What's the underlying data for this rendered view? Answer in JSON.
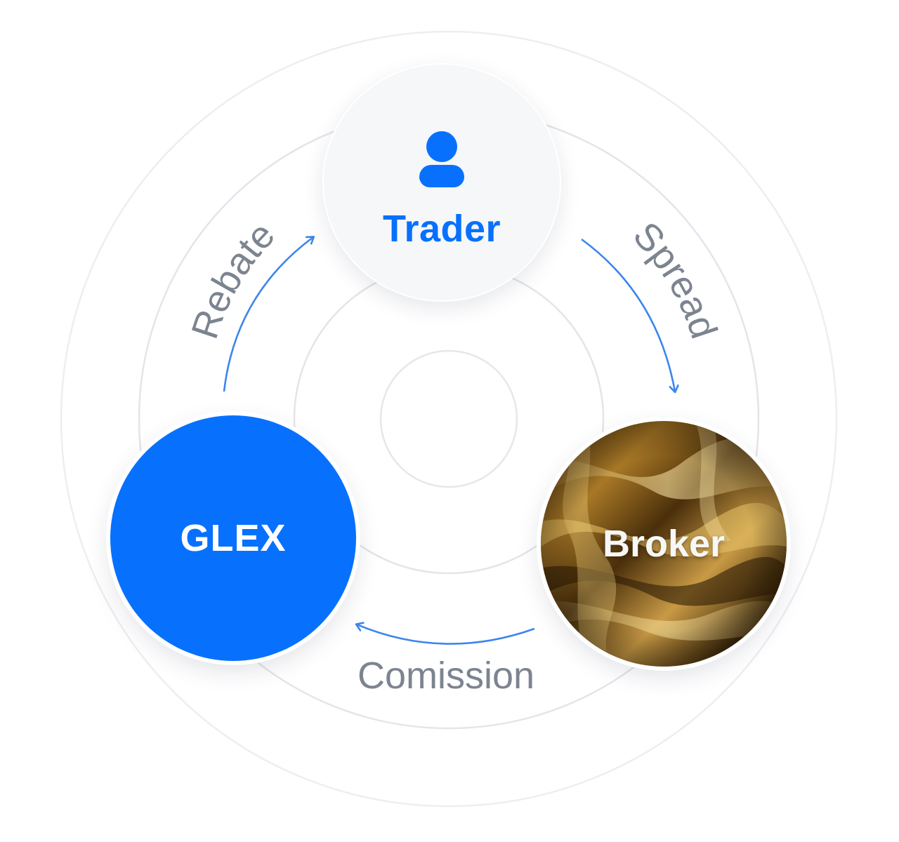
{
  "diagram": {
    "nodes": {
      "trader": {
        "label": "Trader",
        "icon": "person-icon"
      },
      "glex": {
        "label": "GLEX"
      },
      "broker": {
        "label": "Broker",
        "texture": "gold-silk-texture"
      }
    },
    "flows": {
      "rebate": {
        "label": "Rebate",
        "from": "GLEX",
        "to": "Trader"
      },
      "spread": {
        "label": "Spread",
        "from": "Trader",
        "to": "Broker"
      },
      "commission": {
        "label": "Comission",
        "from": "Broker",
        "to": "GLEX"
      }
    }
  },
  "colors": {
    "brand_blue": "#0771fe",
    "arrow_blue": "#3b86ec",
    "flow_text": "#7c8490",
    "ring_stroke": "#e3e5ea",
    "gold_dark": "#3a2508",
    "gold_mid": "#9a6a1c",
    "gold_light": "#e8c56e"
  }
}
